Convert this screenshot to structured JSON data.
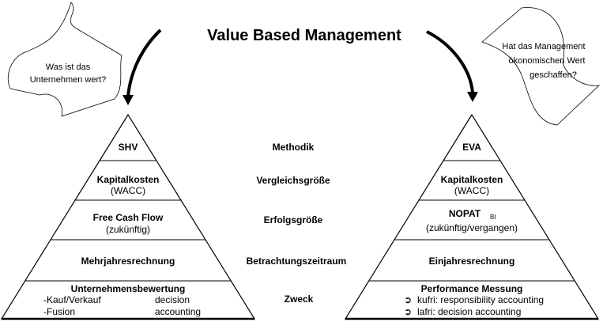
{
  "title": "Value Based Management",
  "note_left": [
    "Was ist das",
    "Unternehmen wert?"
  ],
  "note_right": [
    "Hat das Management",
    "ökonomischen Wert",
    "geschaffen?"
  ],
  "middle_labels": [
    "Methodik",
    "Vergleichsgröße",
    "Erfolgsgröße",
    "Betrachtungszeitraum",
    "Zweck"
  ],
  "left_pyramid": {
    "level1": "SHV",
    "level2": {
      "title": "Kapitalkosten",
      "sub": "(WACC)"
    },
    "level3": {
      "title": "Free Cash Flow",
      "sub": "(zukünftig)"
    },
    "level4": "Mehrjahresrechnung",
    "level5": {
      "title": "Unternehmensbewertung",
      "items": [
        "-Kauf/Verkauf",
        "-Fusion"
      ],
      "items_right": [
        "decision",
        "accounting"
      ]
    }
  },
  "right_pyramid": {
    "level1": "EVA",
    "level2": {
      "title": "Kapitalkosten",
      "sub": "(WACC)"
    },
    "level3": {
      "title": "NOPAT",
      "subscript": "BI",
      "sub": "(zukünftig/vergangen)"
    },
    "level4": "Einjahresrechnung",
    "level5": {
      "title": "Performance Messung",
      "items": [
        "kufri: responsibility accounting",
        "lafri: decision accounting"
      ]
    }
  }
}
